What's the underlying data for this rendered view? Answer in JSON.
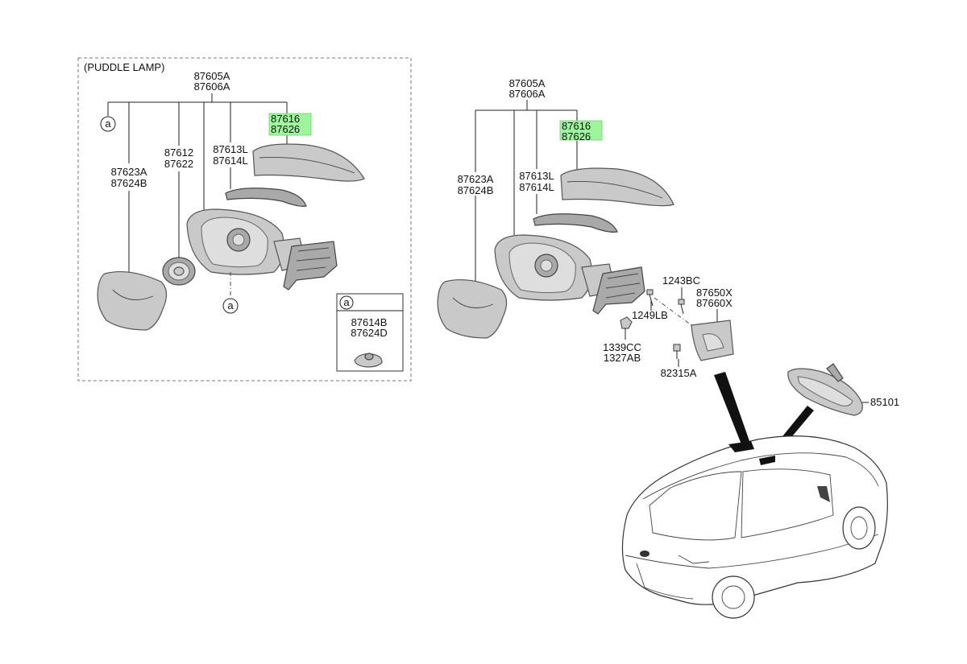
{
  "inset": {
    "title": "(PUDDLE LAMP)",
    "assembly": [
      "87605A",
      "87606A"
    ],
    "cover": [
      "87616",
      "87626"
    ],
    "glass": [
      "87623A",
      "87624B"
    ],
    "lamp": [
      "87612",
      "87622"
    ],
    "garnish": [
      "87613L",
      "87614L"
    ],
    "ref_marker": "a",
    "sub_box": {
      "marker": "a",
      "part": [
        "87614B",
        "87624D"
      ]
    }
  },
  "main": {
    "assembly": [
      "87605A",
      "87606A"
    ],
    "cover": [
      "87616",
      "87626"
    ],
    "glass": [
      "87623A",
      "87624B"
    ],
    "garnish": [
      "87613L",
      "87614L"
    ],
    "bolt_a": "1243BC",
    "bracket_cover": [
      "87650X",
      "87660X"
    ],
    "bolt_b": "1249LB",
    "nut": [
      "1339CC",
      "1327AB"
    ],
    "clip": "82315A",
    "inside_mirror": "85101"
  },
  "colors": {
    "highlight": "#9ef59e",
    "part_fill": "#c9c9c9"
  }
}
